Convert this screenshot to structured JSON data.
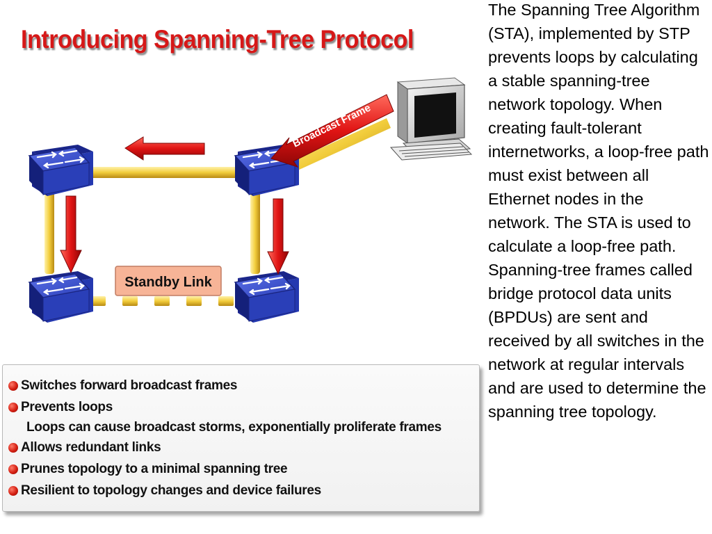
{
  "title": "Introducing Spanning-Tree Protocol",
  "diagram": {
    "broadcast_label": "Broadcast Frame",
    "standby_label": "Standby Link"
  },
  "bullets": [
    "Switches forward broadcast frames",
    "Prevents loops",
    "Loops can cause broadcast storms, exponentially proliferate frames",
    "Allows redundant links",
    "Prunes topology to a minimal spanning tree",
    "Resilient to topology changes and device failures"
  ],
  "side_text": "The Spanning Tree Algorithm (STA), implemented by STP prevents loops by calculating a stable spanning-tree network topology. When creating fault-tolerant internetworks, a loop-free path must exist between all Ethernet nodes in the network. The STA is used to calculate a loop-free path. Spanning-tree frames called bridge protocol data units (BPDUs) are sent and received by all switches in the network at regular intervals and are used to determine the spanning tree topology.",
  "colors": {
    "title_red": "#d61818",
    "switch_blue": "#2a3fb8",
    "link_yellow": "#f2cd3c",
    "arrow_red": "#e01414",
    "standby_box": "#f7b497"
  }
}
